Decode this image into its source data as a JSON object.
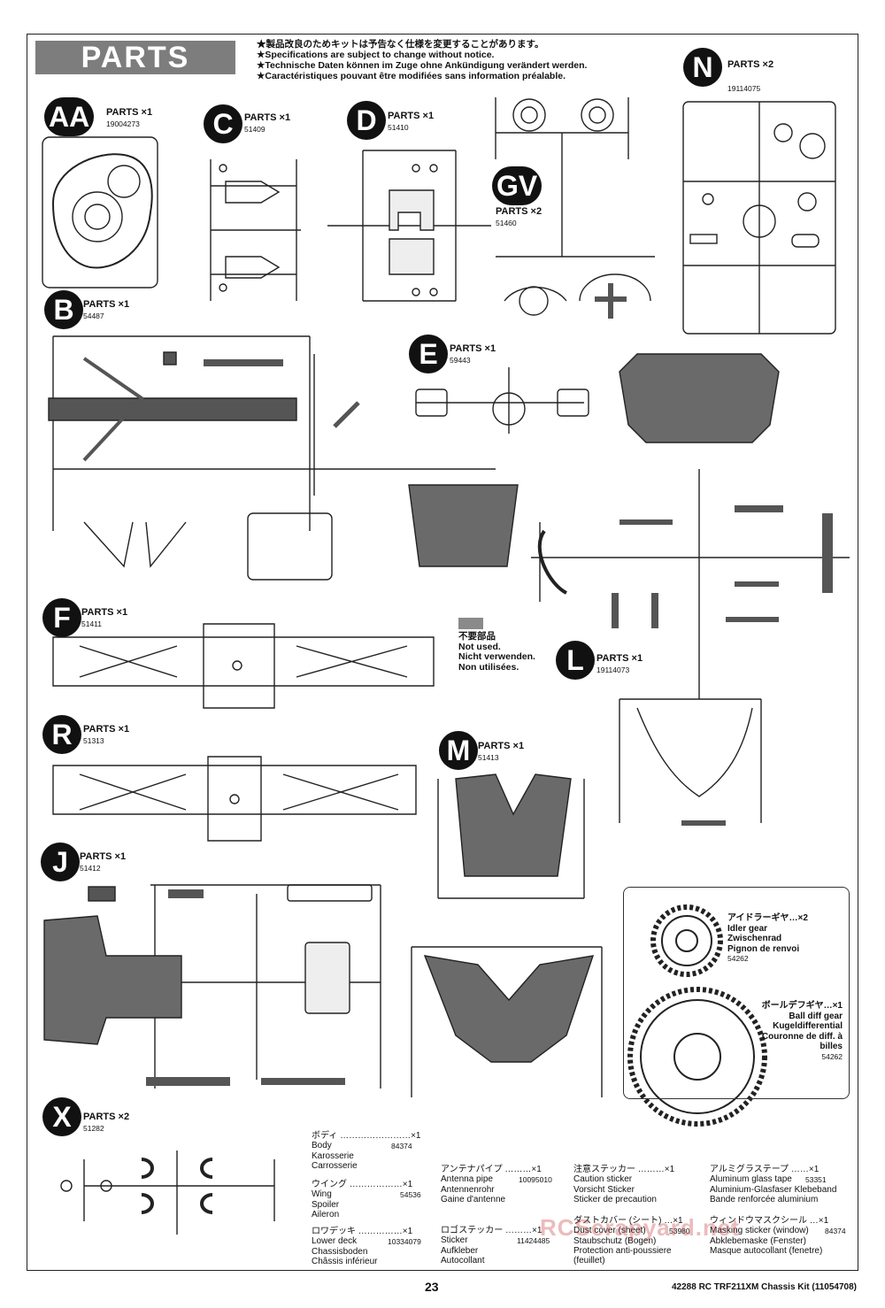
{
  "banner": "PARTS",
  "notice": [
    "★製品改良のためキットは予告なく仕様を変更することがあります。",
    "★Specifications are subject to change without notice.",
    "★Technische Daten können im Zuge ohne Ankündigung verändert werden.",
    "★Caractéristiques pouvant être modifiées sans information préalable."
  ],
  "sprues": [
    {
      "letter": "AA",
      "qty": "PARTS ×1",
      "code": "19004273"
    },
    {
      "letter": "C",
      "qty": "PARTS ×1",
      "code": "51409"
    },
    {
      "letter": "D",
      "qty": "PARTS ×1",
      "code": "51410"
    },
    {
      "letter": "GV",
      "qty": "PARTS ×2",
      "code": "51460"
    },
    {
      "letter": "N",
      "qty": "PARTS ×2",
      "code": "19114075"
    },
    {
      "letter": "B",
      "qty": "PARTS ×1",
      "code": "54487"
    },
    {
      "letter": "E",
      "qty": "PARTS ×1",
      "code": "59443"
    },
    {
      "letter": "F",
      "qty": "PARTS ×1",
      "code": "51411"
    },
    {
      "letter": "L",
      "qty": "PARTS ×1",
      "code": "19114073"
    },
    {
      "letter": "R",
      "qty": "PARTS ×1",
      "code": "51313"
    },
    {
      "letter": "M",
      "qty": "PARTS ×1",
      "code": "51413"
    },
    {
      "letter": "J",
      "qty": "PARTS ×1",
      "code": "51412"
    },
    {
      "letter": "X",
      "qty": "PARTS ×2",
      "code": "51282"
    }
  ],
  "legend": [
    "不要部品",
    "Not used.",
    "Nicht verwenden.",
    "Non utilisées."
  ],
  "gears": [
    {
      "lines": [
        "アイドラーギヤ…×2",
        "Idler gear",
        "Zwischenrad",
        "Pignon de renvoi"
      ],
      "code": "54262"
    },
    {
      "lines": [
        "ボールデフギヤ…×1",
        "Ball diff gear",
        "Kugeldifferential",
        "Couronne de diff. à",
        "billes"
      ],
      "code": "54262"
    }
  ],
  "accessories": [
    {
      "lines": [
        "ボディ ……………………×1",
        "Body",
        "Karosserie",
        "Carrosserie"
      ],
      "code": "84374"
    },
    {
      "lines": [
        "ウイング ………………×1",
        "Wing",
        "Spoiler",
        "Aileron"
      ],
      "code": "54536"
    },
    {
      "lines": [
        "ロワデッキ ……………×1",
        "Lower deck",
        "Chassisboden",
        "Châssis inférieur"
      ],
      "code": "10334079"
    },
    {
      "lines": [
        "アンテナパイプ ………×1",
        "Antenna pipe",
        "Antennenrohr",
        "Gaine d'antenne"
      ],
      "code": "10095010"
    },
    {
      "lines": [
        "ロゴステッカー ………×1",
        "Sticker",
        "Aufkleber",
        "Autocollant"
      ],
      "code": "11424485"
    },
    {
      "lines": [
        "注意ステッカー ………×1",
        "Caution sticker",
        "Vorsicht Sticker",
        "Sticker de precaution"
      ],
      "code": ""
    },
    {
      "lines": [
        "ダストカバー (シート) …×1",
        "Dust cover (sheet)",
        "Staubschutz (Bogen)",
        "Protection anti-poussiere",
        "(feuillet)"
      ],
      "code": "53980"
    },
    {
      "lines": [
        "アルミグラステープ ……×1",
        "Aluminum glass tape",
        "Aluminium-Glasfaser Klebeband",
        "Bande renforcée aluminium"
      ],
      "code": "53351"
    },
    {
      "lines": [
        "ウィンドウマスクシール …×1",
        "Masking sticker (window)",
        "Abklebemaske (Fenster)",
        "Masque autocollant (fenetre)"
      ],
      "code": "84374"
    }
  ],
  "page_number": "23",
  "kit_label": "42288 RC TRF211XM Chassis Kit (11054708)",
  "watermark": "RCScrapyard.net"
}
